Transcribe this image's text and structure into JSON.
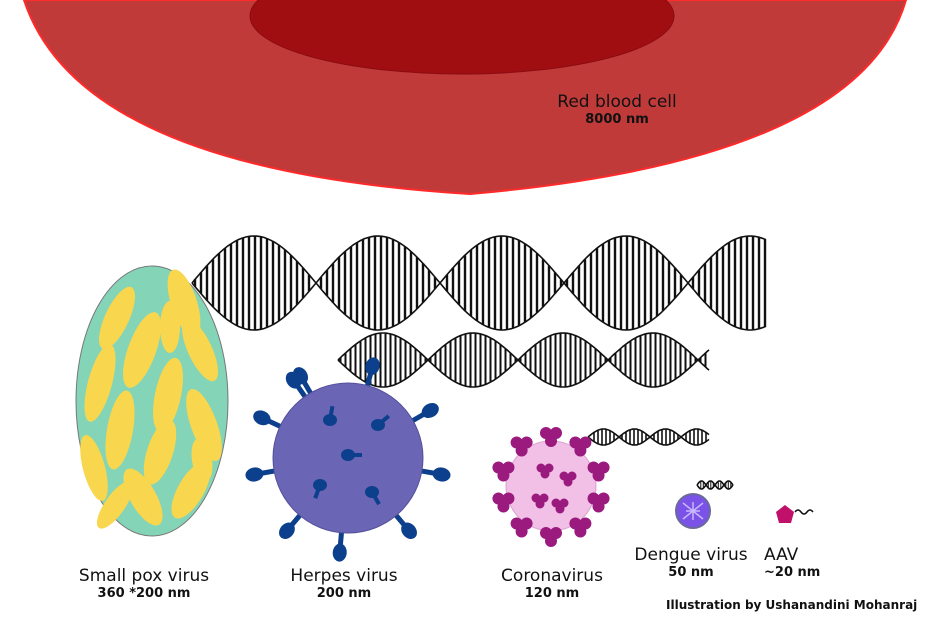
{
  "rbc": {
    "name": "Red blood cell",
    "size": "8000 nm"
  },
  "viruses": [
    {
      "name": "Small pox virus",
      "size": "360 *200 nm"
    },
    {
      "name": "Herpes virus",
      "size": "200 nm"
    },
    {
      "name": "Coronavirus",
      "size": "120 nm"
    },
    {
      "name": "Dengue virus",
      "size": "50 nm"
    },
    {
      "name": "AAV",
      "size": "~20 nm"
    }
  ],
  "credit": "Illustration by Ushanandini Mohanraj",
  "colors": {
    "rbc_outer": "#c03a3a",
    "rbc_inner": "#a00e12",
    "rbc_edge": "#ff2a2a",
    "smallpox_body": "#84d4b8",
    "smallpox_core": "#f8d64e",
    "herpes_body": "#6b65b5",
    "herpes_spike": "#0c3f8c",
    "corona_body": "#f2bfe7",
    "corona_spike": "#9a1a7e",
    "dengue": "#7b52e8",
    "aav": "#c0106a",
    "dna": "#111111"
  }
}
